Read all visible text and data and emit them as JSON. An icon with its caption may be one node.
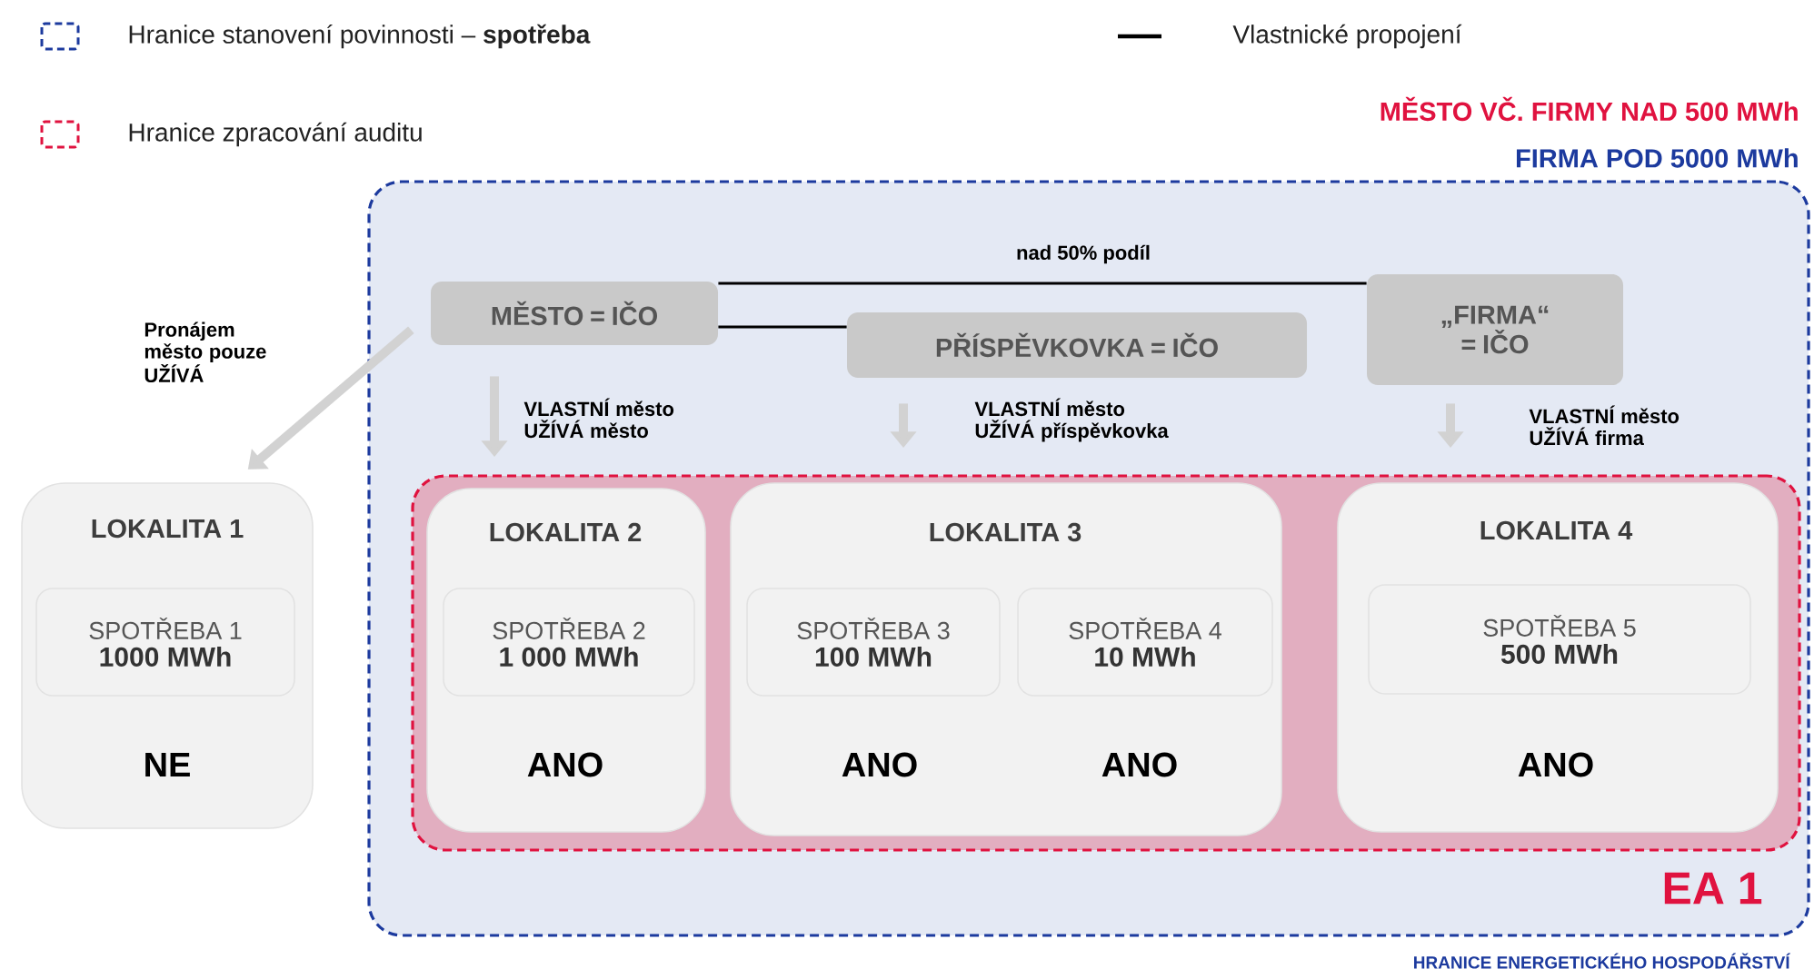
{
  "diagram": {
    "nodes": [
      {
        "text": [
          "HRANICE ENERGETICKÉHO HOSPODÁŘSTVÍ"
        ]
      },
      {
        "text": [
          "MĚSTO = IČO"
        ],
        "in": 0
      },
      {
        "text": [
          "PŘÍSPĚVKOVKA = IČO"
        ],
        "in": 0
      },
      {
        "text": [
          "„FIRMA“ = IČO"
        ],
        "in": 0
      },
      {
        "text": [
          "EA 1"
        ],
        "in": 0
      },
      {
        "text": [
          "LOKALITA 1",
          "NE"
        ]
      },
      {
        "text": [
          "SPOTŘEBA 1",
          "1000 MWh"
        ],
        "in": 5
      },
      {
        "text": [
          "LOKALITA 2",
          "ANO"
        ],
        "in": 4
      },
      {
        "text": [
          "SPOTŘEBA 2",
          "1 000 MWh"
        ],
        "in": 7
      },
      {
        "text": [
          "LOKALITA 3",
          "ANO",
          "ANO"
        ],
        "in": 4
      },
      {
        "text": [
          "SPOTŘEBA 3",
          "100 MWh"
        ],
        "in": 9
      },
      {
        "text": [
          "SPOTŘEBA 4",
          "10 MWh"
        ],
        "in": 9
      },
      {
        "text": [
          "LOKALITA 4",
          "ANO"
        ],
        "in": 4
      },
      {
        "text": [
          "SPOTŘEBA 5",
          "500 MWh"
        ],
        "in": 12
      }
    ],
    "edges": [
      {
        "from": 1,
        "to": 3,
        "arrow": "none",
        "label": "nad 50% podíl",
        "color": "#000000"
      },
      {
        "from": 1,
        "to": 2,
        "arrow": "none",
        "color": "#000000"
      },
      {
        "from": 1,
        "to": 5,
        "arrow": "to",
        "label": "Pronájem město pouze UŽÍVÁ"
      },
      {
        "from": 1,
        "to": 7,
        "arrow": "to",
        "label": "VLASTNÍ město UŽÍVÁ město"
      },
      {
        "from": 2,
        "to": 9,
        "arrow": "to",
        "label": "VLASTNÍ město UŽÍVÁ příspěvkovka"
      },
      {
        "from": 3,
        "to": 12,
        "arrow": "to",
        "label": "VLASTNÍ město UŽÍVÁ firma"
      }
    ],
    "labels": [
      "MĚSTO VČ. FIRMY NAD 500 MWh",
      "FIRMA POD 5000 MWh"
    ],
    "legend": [
      {
        "text": "Hranice stanovení povinnosti – **spotřeba**"
      },
      {
        "text": "Hranice zpracování auditu"
      },
      {
        "text": "Vlastnické propojení"
      }
    ]
  }
}
